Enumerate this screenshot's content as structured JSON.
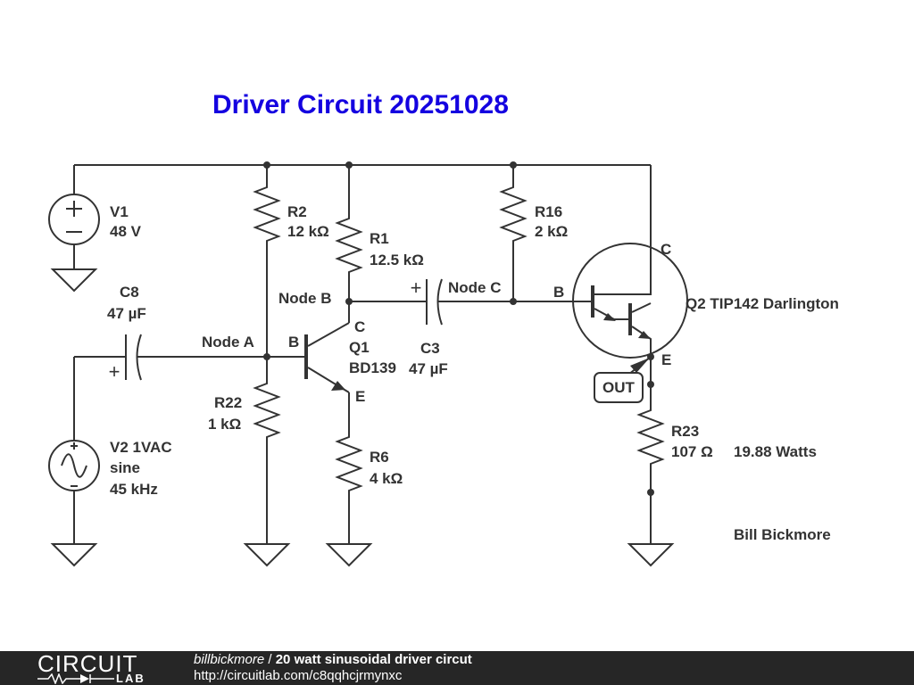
{
  "diagram": {
    "title": "Driver Circuit 20251028",
    "title_color": "#1400e0",
    "ink_color": "#333333",
    "author": "Bill Bickmore",
    "power_note": "19.88 Watts",
    "out_label": "OUT",
    "nodes": {
      "a": "Node A",
      "b": "Node B",
      "c": "Node C"
    },
    "sources": {
      "v1": {
        "name": "V1",
        "value": "48 V"
      },
      "v2": {
        "name": "V2 1VAC",
        "waveform": "sine",
        "frequency": "45 kHz"
      }
    },
    "resistors": {
      "r2": {
        "name": "R2",
        "value": "12 kΩ"
      },
      "r1": {
        "name": "R1",
        "value": "12.5 kΩ"
      },
      "r16": {
        "name": "R16",
        "value": "2 kΩ"
      },
      "r22": {
        "name": "R22",
        "value": "1 kΩ"
      },
      "r6": {
        "name": "R6",
        "value": "4 kΩ"
      },
      "r23": {
        "name": "R23",
        "value": "107 Ω"
      }
    },
    "capacitors": {
      "c8": {
        "name": "C8",
        "value": "47 µF"
      },
      "c3": {
        "name": "C3",
        "value": "47 µF"
      }
    },
    "transistors": {
      "q1": {
        "name": "Q1",
        "part": "BD139",
        "base": "B",
        "collector": "C",
        "emitter": "E"
      },
      "q2": {
        "description": "Q2 TIP142 Darlington",
        "base": "B",
        "collector": "C",
        "emitter": "E"
      }
    },
    "plus_sign": "+"
  },
  "footer": {
    "logo_top": "CIRCUIT",
    "logo_bottom": "LAB",
    "user": "billbickmore",
    "separator": " / ",
    "project": "20 watt sinusoidal driver circut",
    "url": "http://circuitlab.com/c8qqhcjrmynxc",
    "background": "#262626"
  }
}
